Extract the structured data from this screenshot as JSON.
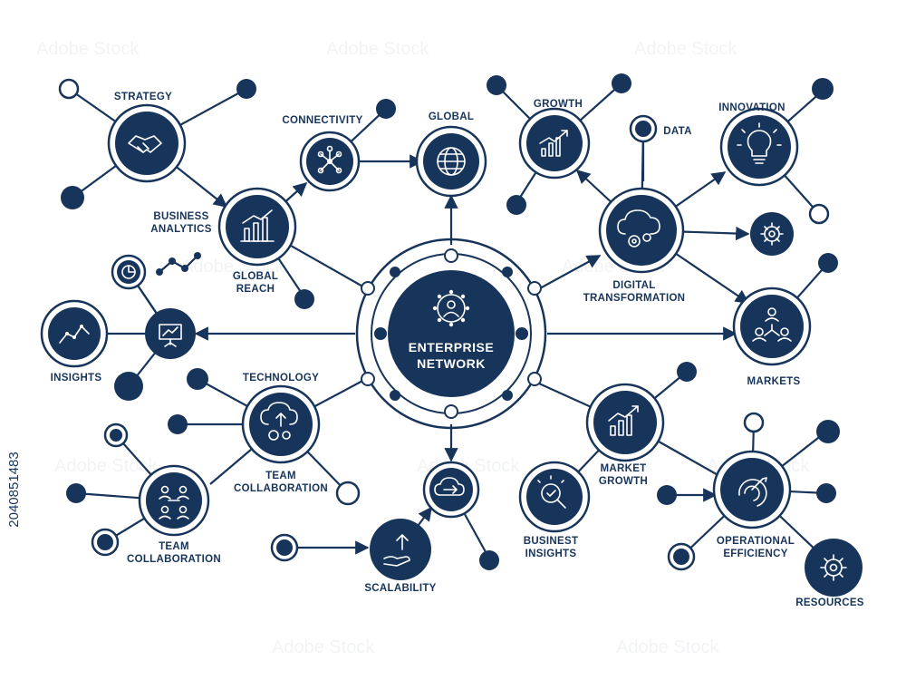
{
  "colors": {
    "primary": "#17345a",
    "background": "#ffffff"
  },
  "center": {
    "line1": "ENTERPRISE",
    "line2": "NETWORK",
    "icon": "network-person-icon"
  },
  "labels": {
    "strategy": "STRATEGY",
    "business_analytics_1": "BUSINESS",
    "business_analytics_2": "ANALYTICS",
    "global_reach_1": "GLOBAL",
    "global_reach_2": "REACH",
    "connectivity": "CONNECTIVITY",
    "global": "GLOBAL",
    "growth": "GROWTH",
    "data": "DATA",
    "innovation": "INNOVATION",
    "digital_transformation_1": "DIGITAL",
    "digital_transformation_2": "TRANSFORMATION",
    "markets": "MARKETS",
    "insights": "INSIGHTS",
    "technology": "TECHNOLOGY",
    "team_collaboration_1": "TEAM",
    "team_collaboration_2": "COLLABORATION",
    "team_collaboration_b1": "TEAM",
    "team_collaboration_b2": "COLLABORATION",
    "market_growth_1": "MARKET",
    "market_growth_2": "GROWTH",
    "businest_insights_1": "BUSINEST",
    "businest_insights_2": "INSIGHTS",
    "operational_efficiency_1": "OPERATIONAL",
    "operational_efficiency_2": "EFFICIENCY",
    "scalability": "SCALABILITY",
    "resources": "RESOURCES"
  },
  "icons": {
    "strategy": "handshake-icon",
    "business_analytics": "bar-chart-icon",
    "connectivity": "network-nodes-icon",
    "global": "globe-icon",
    "growth": "growth-chart-icon",
    "innovation": "lightbulb-icon",
    "digital_transformation": "cloud-gear-icon",
    "settings": "gear-icon",
    "markets": "people-network-icon",
    "insights": "line-chart-icon",
    "presentation": "presentation-board-icon",
    "pie": "pie-chart-icon",
    "technology": "cloud-upload-gear-icon",
    "team_collaboration": "team-org-icon",
    "cloud_sync": "cloud-sync-icon",
    "scalability": "hand-arrow-up-icon",
    "businest_insights": "magnifier-gear-icon",
    "market_growth": "market-growth-chart-icon",
    "operational_efficiency": "target-speed-icon",
    "resources": "gear-icon"
  },
  "stock_id": "2040851483",
  "watermark": "Adobe Stock"
}
